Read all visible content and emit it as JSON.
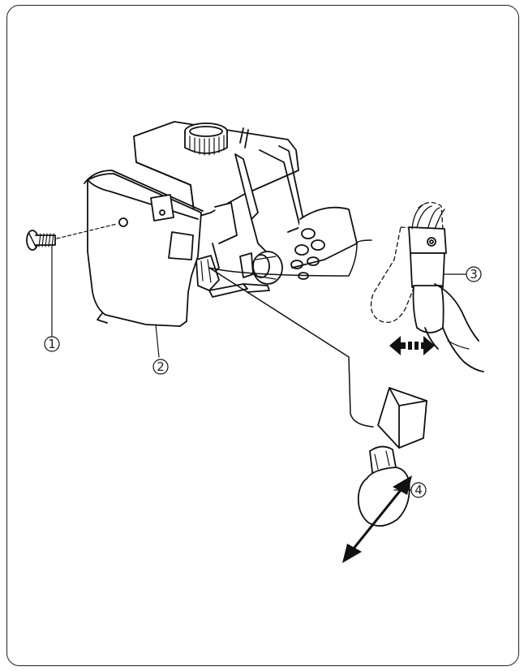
{
  "callouts": {
    "screw": "1",
    "face_cover": "2",
    "lamp_socket": "3",
    "bulb": "4"
  },
  "colors": {
    "line": "#111111",
    "background": "#ffffff"
  }
}
